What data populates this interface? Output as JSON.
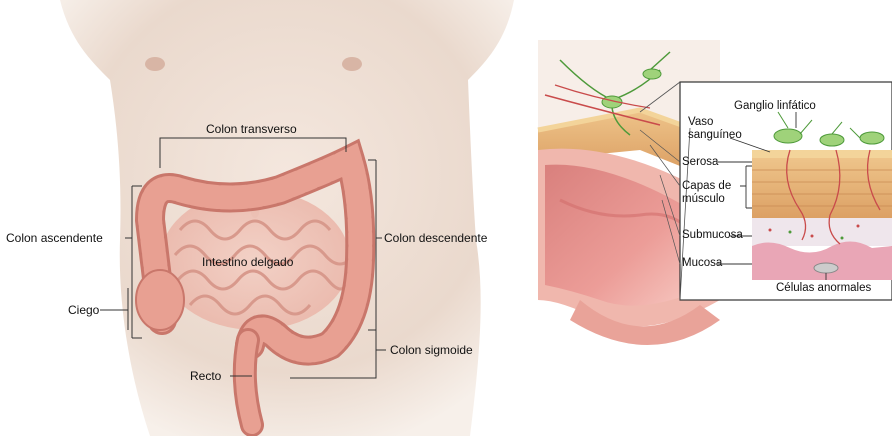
{
  "colon_figure": {
    "labels": {
      "transverse": "Colon transverso",
      "ascending": "Colon ascendente",
      "descending": "Colon descendente",
      "small_intestine": "Intestino delgado",
      "cecum": "Ciego",
      "rectum": "Recto",
      "sigmoid": "Colon sigmoide"
    }
  },
  "wall_figure": {
    "labels": {
      "lymph_node": "Ganglio linfático",
      "blood_vessel_line1": "Vaso",
      "blood_vessel_line2": "sanguíneo",
      "serosa": "Serosa",
      "muscle_line1": "Capas de",
      "muscle_line2": "músculo",
      "submucosa": "Submucosa",
      "mucosa": "Mucosa",
      "abnormal_cells": "Células anormales"
    }
  },
  "colors": {
    "skin": "#ead9cd",
    "colon": "#e8a092",
    "colon_dark": "#c9776b",
    "small_intestine": "#efbcb0",
    "muscle": "#e6b47c",
    "serosa": "#f3d49a",
    "submucosa": "#efe6ec",
    "mucosa": "#e9a6b6",
    "lymph": "#9fd27a"
  }
}
